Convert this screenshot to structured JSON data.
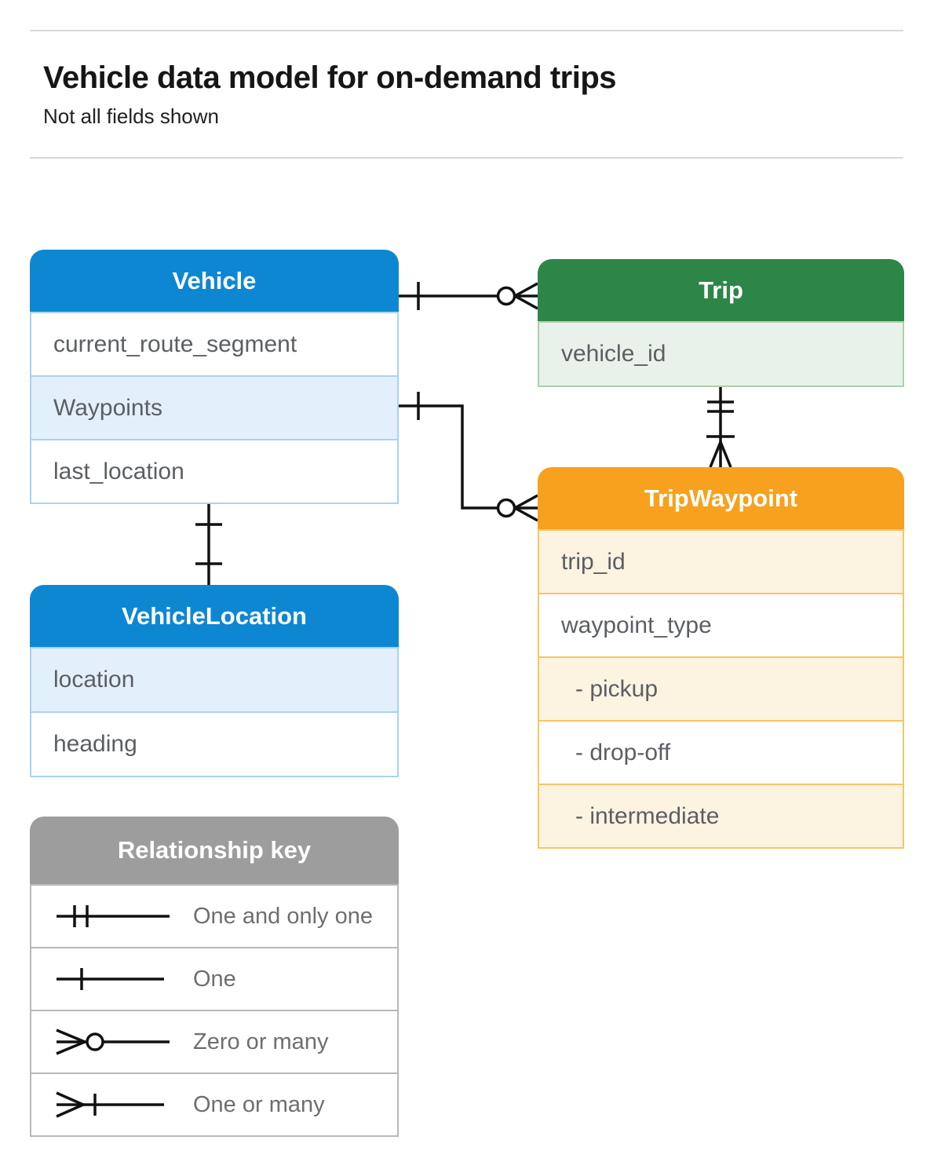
{
  "page": {
    "title": "Vehicle data model for on-demand trips",
    "subtitle": "Not all fields shown"
  },
  "colors": {
    "vehicle_header_blue": "#0e87d3",
    "trip_header_green": "#2e8548",
    "trip_waypoint_header_orange": "#f7a11e",
    "legend_header_gray": "#9d9d9d",
    "row_tint_blue": "#e4effc",
    "row_tint_green": "#e9f2ea",
    "row_tint_cream": "#fdf3e1",
    "row_tint_gray": "#ebebeb",
    "row_text_gray": "#5b5f63",
    "connector_black": "#111111"
  },
  "tables": {
    "vehicle": {
      "title": "Vehicle",
      "rows": [
        {
          "label": "current_route_segment"
        },
        {
          "label": "Waypoints"
        },
        {
          "label": "last_location"
        }
      ]
    },
    "trip": {
      "title": "Trip",
      "rows": [
        {
          "label": "vehicle_id"
        }
      ]
    },
    "trip_waypoint": {
      "title": "TripWaypoint",
      "rows": [
        {
          "label": "trip_id"
        },
        {
          "label": "waypoint_type"
        },
        {
          "label": "- pickup"
        },
        {
          "label": "- drop-off"
        },
        {
          "label": "- intermediate"
        }
      ]
    },
    "vehicle_location": {
      "title": "VehicleLocation",
      "rows": [
        {
          "label": "location"
        },
        {
          "label": "heading"
        }
      ]
    }
  },
  "legend": {
    "title": "Relationship key",
    "items": [
      {
        "symbol": "one-and-only-one",
        "label": "One and only one"
      },
      {
        "symbol": "one",
        "label": "One"
      },
      {
        "symbol": "zero-or-many",
        "label": "Zero or many"
      },
      {
        "symbol": "one-or-many",
        "label": "One or many"
      }
    ]
  },
  "relationships": [
    {
      "from": "Vehicle",
      "to": "Trip",
      "from_cardinality": "one",
      "to_cardinality": "zero-or-many"
    },
    {
      "from": "Vehicle.Waypoints",
      "to": "TripWaypoint",
      "from_cardinality": "one",
      "to_cardinality": "zero-or-many"
    },
    {
      "from": "Trip",
      "to": "TripWaypoint",
      "from_cardinality": "one-and-only-one",
      "to_cardinality": "one-or-many"
    },
    {
      "from": "Vehicle",
      "to": "VehicleLocation",
      "from_cardinality": "one",
      "to_cardinality": "one"
    }
  ]
}
